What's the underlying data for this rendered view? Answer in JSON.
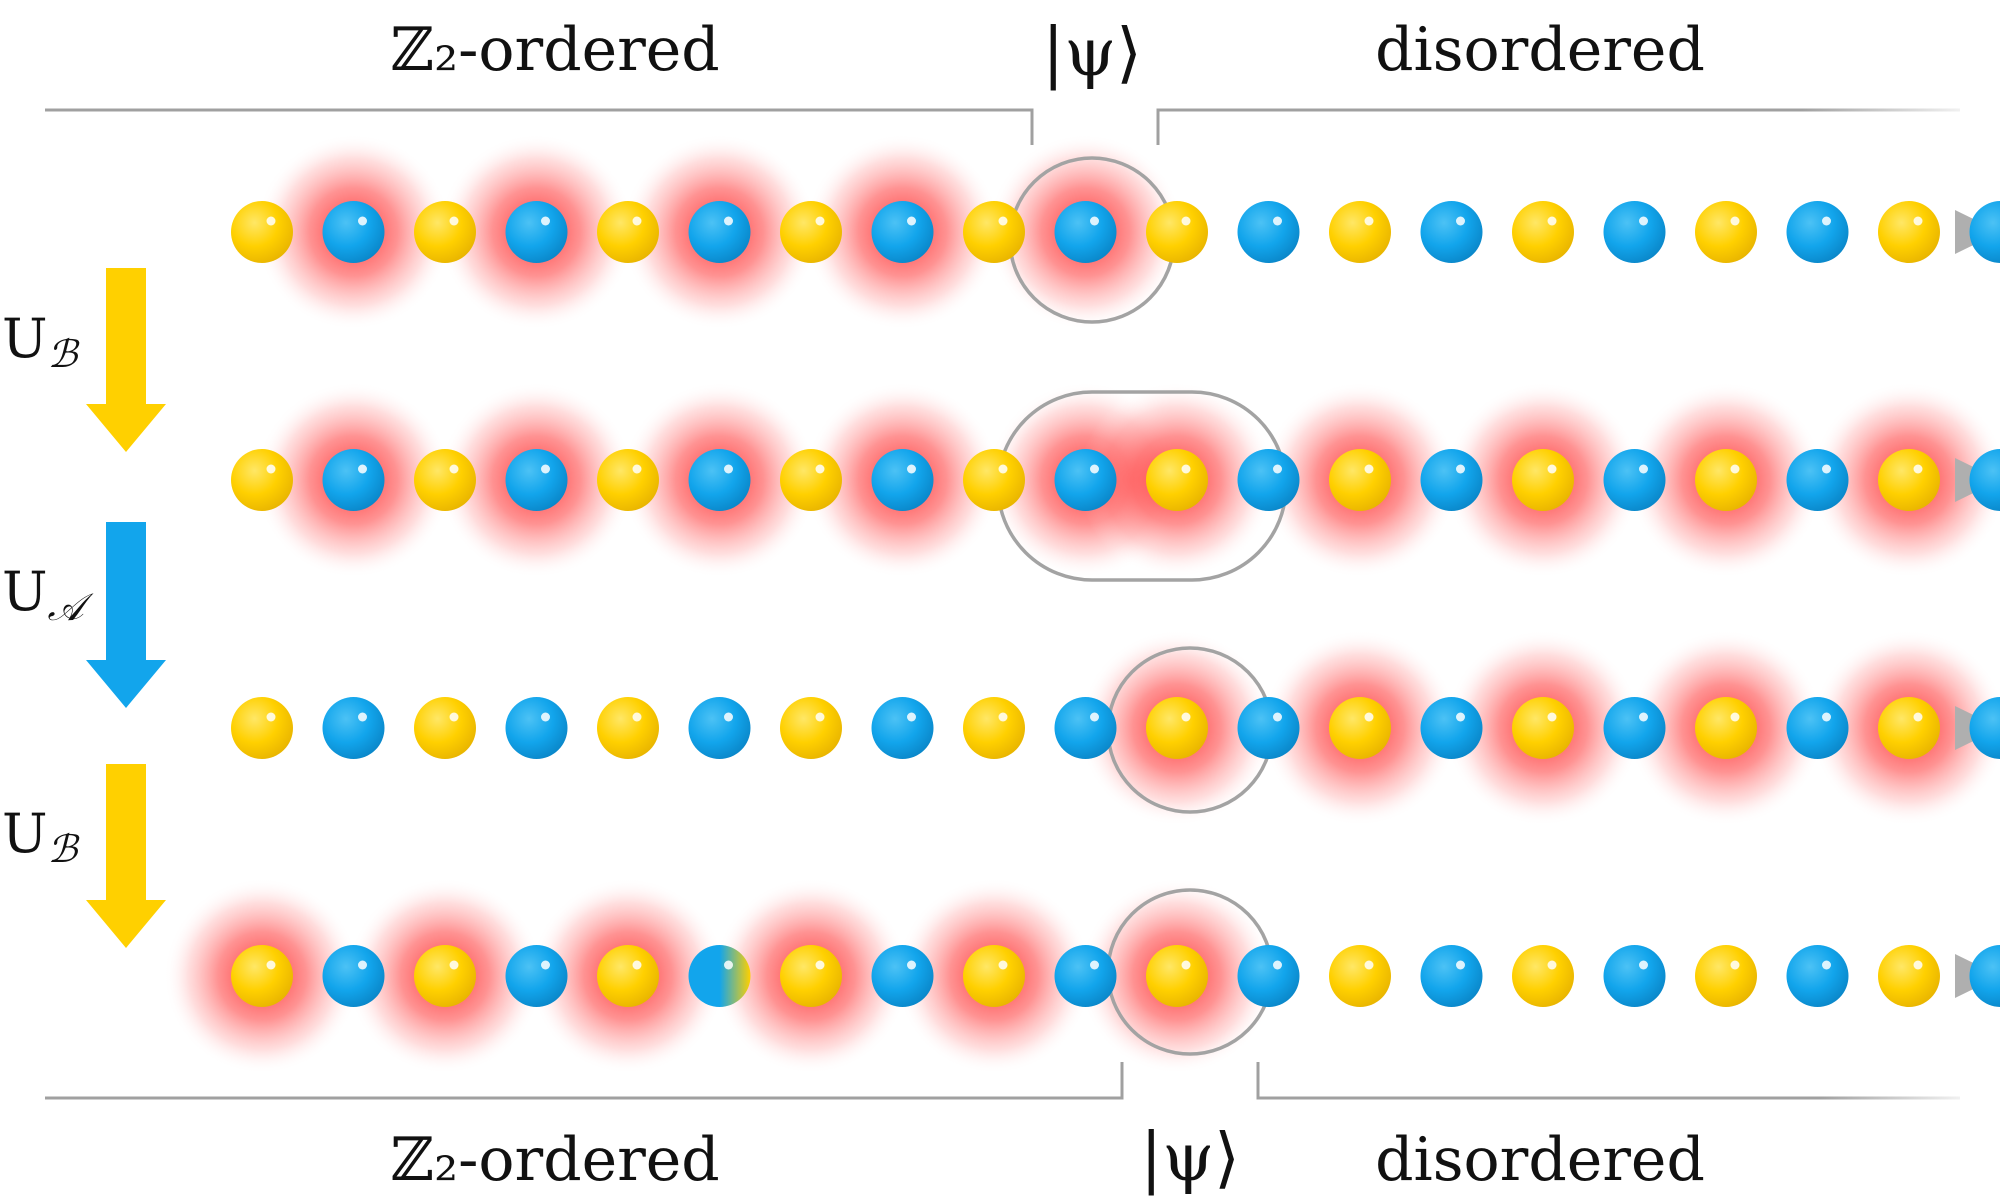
{
  "labels": {
    "top_left_region": "ℤ₂-ordered",
    "top_right_region": "disordered",
    "top_state": "|ψ⟩",
    "bottom_left_region": "ℤ₂-ordered",
    "bottom_right_region": "disordered",
    "bottom_state": "|ψ⟩"
  },
  "operators": [
    {
      "main": "U",
      "sub": "ℬ",
      "color": "#FFD000"
    },
    {
      "main": "U",
      "sub": "𝒜",
      "color": "#12A5EC"
    },
    {
      "main": "U",
      "sub": "ℬ",
      "color": "#FFD000"
    }
  ],
  "colors": {
    "yellow_atom": "#FFD000",
    "blue_atom": "#12A5EC",
    "excitation_glow": "#FF3B3B",
    "chain_line": "#AFAFAF",
    "bracket_line": "#A0A0A0"
  },
  "chains": [
    {
      "atoms": [
        "Y",
        "B",
        "Y",
        "B",
        "Y",
        "B",
        "Y",
        "B",
        "Y",
        "B",
        "Y",
        "B",
        "Y",
        "B",
        "Y",
        "B",
        "Y",
        "B",
        "Y",
        "B"
      ],
      "glow": [
        1,
        3,
        5,
        7,
        9
      ]
    },
    {
      "atoms": [
        "Y",
        "B",
        "Y",
        "B",
        "Y",
        "B",
        "Y",
        "B",
        "Y",
        "B",
        "Y",
        "B",
        "Y",
        "B",
        "Y",
        "B",
        "Y",
        "B",
        "Y",
        "B"
      ],
      "glow": [
        1,
        3,
        5,
        7,
        9,
        10,
        12,
        14,
        16,
        18
      ]
    },
    {
      "atoms": [
        "Y",
        "B",
        "Y",
        "B",
        "Y",
        "B",
        "Y",
        "B",
        "Y",
        "B",
        "Y",
        "B",
        "Y",
        "B",
        "Y",
        "B",
        "Y",
        "B",
        "Y",
        "B"
      ],
      "glow": [
        10,
        12,
        14,
        16,
        18
      ]
    },
    {
      "atoms": [
        "Y",
        "B",
        "Y",
        "B",
        "Y",
        "BY",
        "Y",
        "B",
        "Y",
        "B",
        "Y",
        "B",
        "Y",
        "B",
        "Y",
        "B",
        "Y",
        "B",
        "Y",
        "B"
      ],
      "glow": [
        0,
        2,
        4,
        6,
        8,
        10
      ]
    }
  ]
}
